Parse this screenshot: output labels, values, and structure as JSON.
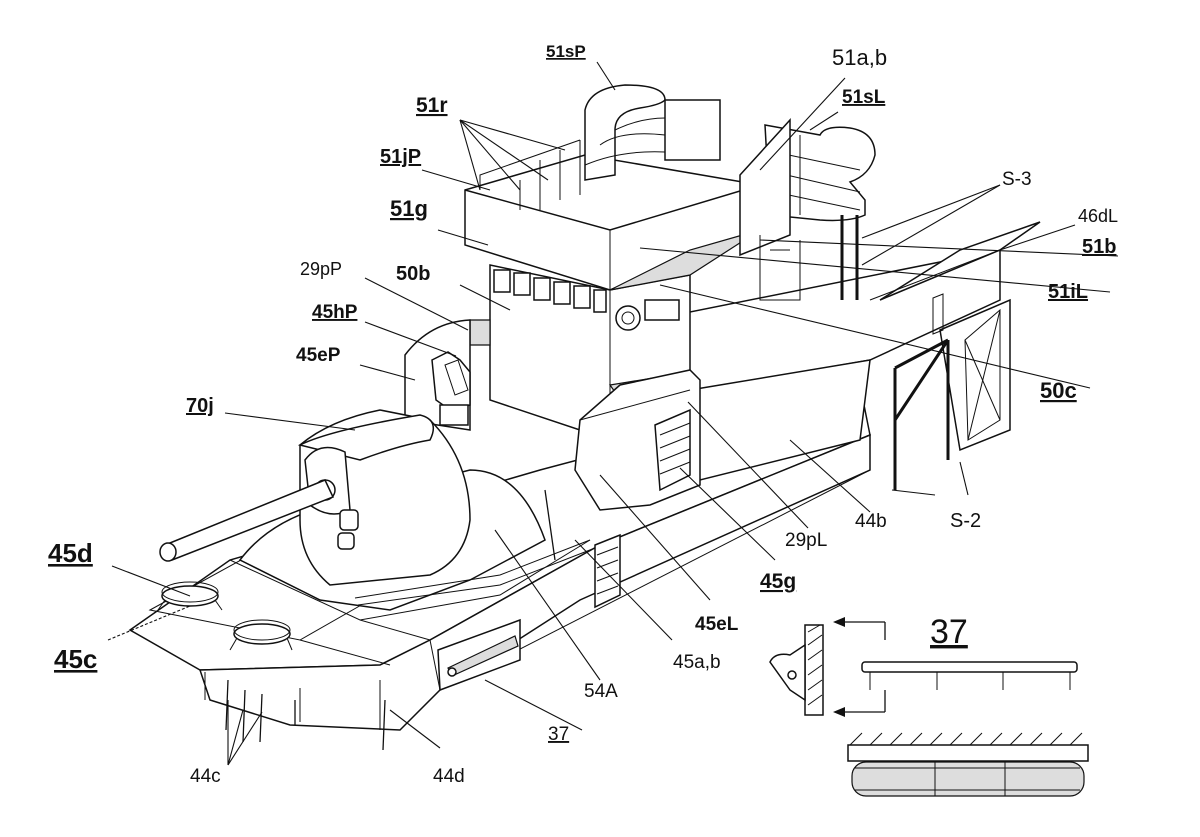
{
  "diagram": {
    "labels": [
      {
        "id": "l51sP",
        "text": "51sP",
        "underline": true,
        "bold": true
      },
      {
        "id": "l51ab",
        "text": "51a,b",
        "underline": false,
        "bold": false
      },
      {
        "id": "l51sL",
        "text": "51sL",
        "underline": true,
        "bold": true
      },
      {
        "id": "l51r",
        "text": "51r",
        "underline": true,
        "bold": true
      },
      {
        "id": "l51jP",
        "text": "51jP",
        "underline": true,
        "bold": true
      },
      {
        "id": "lS3",
        "text": "S-3",
        "underline": false,
        "bold": false
      },
      {
        "id": "l46dL",
        "text": "46dL",
        "underline": false,
        "bold": false
      },
      {
        "id": "l51g",
        "text": "51g",
        "underline": true,
        "bold": true
      },
      {
        "id": "l51b",
        "text": "51b",
        "underline": true,
        "bold": true
      },
      {
        "id": "l29pP",
        "text": "29pP",
        "underline": false,
        "bold": false
      },
      {
        "id": "l50b",
        "text": "50b",
        "underline": false,
        "bold": true
      },
      {
        "id": "l51iL",
        "text": "51iL",
        "underline": true,
        "bold": true
      },
      {
        "id": "l45hP",
        "text": "45hP",
        "underline": true,
        "bold": true
      },
      {
        "id": "l45eP",
        "text": "45eP",
        "underline": false,
        "bold": true
      },
      {
        "id": "l50c",
        "text": "50c",
        "underline": true,
        "bold": true
      },
      {
        "id": "l70j",
        "text": "70j",
        "underline": true,
        "bold": true
      },
      {
        "id": "l44b",
        "text": "44b",
        "underline": false,
        "bold": false
      },
      {
        "id": "lS2",
        "text": "S-2",
        "underline": false,
        "bold": false
      },
      {
        "id": "l29pL",
        "text": "29pL",
        "underline": false,
        "bold": false
      },
      {
        "id": "l45d",
        "text": "45d",
        "underline": true,
        "bold": true
      },
      {
        "id": "l45g",
        "text": "45g",
        "underline": true,
        "bold": true
      },
      {
        "id": "l45eL",
        "text": "45eL",
        "underline": false,
        "bold": true
      },
      {
        "id": "l45c",
        "text": "45c",
        "underline": true,
        "bold": true
      },
      {
        "id": "l45ab",
        "text": "45a,b",
        "underline": false,
        "bold": false
      },
      {
        "id": "l54A",
        "text": "54A",
        "underline": false,
        "bold": false
      },
      {
        "id": "l37a",
        "text": "37",
        "underline": true,
        "bold": false
      },
      {
        "id": "l44c",
        "text": "44c",
        "underline": false,
        "bold": false
      },
      {
        "id": "l44d",
        "text": "44d",
        "underline": false,
        "bold": false
      },
      {
        "id": "l37b",
        "text": "37",
        "underline": true,
        "bold": false
      }
    ]
  }
}
